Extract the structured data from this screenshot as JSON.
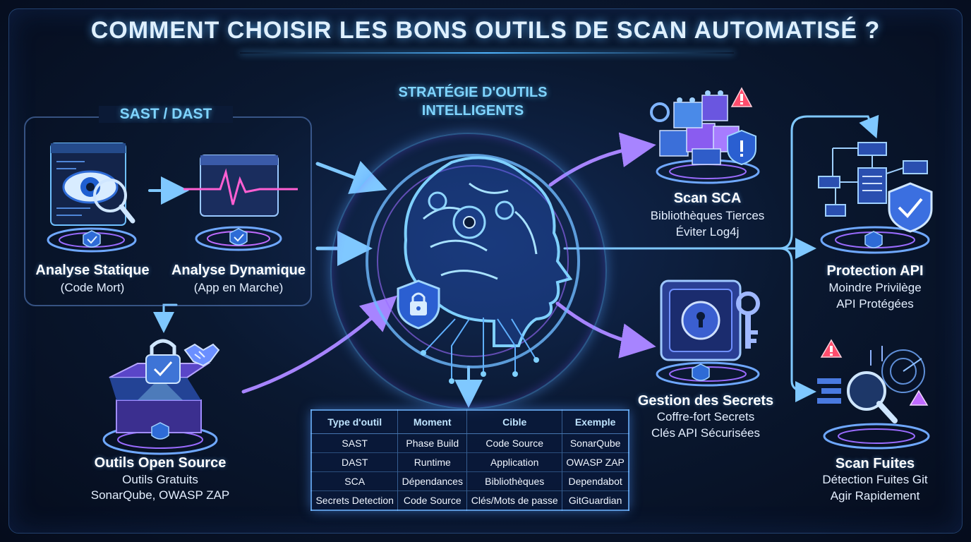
{
  "title": "COMMENT CHOISIR LES BONS OUTILS DE SCAN AUTOMATISÉ ?",
  "center": {
    "title_line1": "STRATÉGIE D'OUTILS",
    "title_line2": "INTELLIGENTS"
  },
  "sast_dast": {
    "label": "SAST / DAST",
    "static": {
      "title": "Analyse Statique",
      "sub": "(Code Mort)"
    },
    "dynamic": {
      "title": "Analyse Dynamique",
      "sub": "(App en Marche)"
    }
  },
  "open_source": {
    "title": "Outils Open Source",
    "line1": "Outils Gratuits",
    "line2": "SonarQube, OWASP ZAP"
  },
  "sca": {
    "title": "Scan SCA",
    "line1": "Bibliothèques Tierces",
    "line2": "Éviter Log4j"
  },
  "secrets": {
    "title": "Gestion des Secrets",
    "line1": "Coffre-fort Secrets",
    "line2": "Clés API Sécurisées"
  },
  "api": {
    "title": "Protection API",
    "line1": "Moindre Privilège",
    "line2": "API Protégées"
  },
  "leaks": {
    "title": "Scan Fuites",
    "line1": "Détection Fuites Git",
    "line2": "Agir Rapidement"
  },
  "table": {
    "headers": [
      "Type d'outil",
      "Moment",
      "Cible",
      "Exemple"
    ],
    "rows": [
      [
        "SAST",
        "Phase Build",
        "Code Source",
        "SonarQube"
      ],
      [
        "DAST",
        "Runtime",
        "Application",
        "OWASP ZAP"
      ],
      [
        "SCA",
        "Dépendances",
        "Bibliothèques",
        "Dependabot"
      ],
      [
        "Secrets Detection",
        "Code Source",
        "Clés/Mots de passe",
        "GitGuardian"
      ]
    ]
  },
  "colors": {
    "accent_blue": "#4fb4ff",
    "accent_purple": "#9a6bff",
    "warning_red": "#ff4d6d",
    "background": "#0a1830"
  },
  "icons": [
    "eye-magnifier-icon",
    "heartbeat-monitor-icon",
    "shield-check-icon",
    "padlock-box-icon",
    "handshake-icon",
    "brain-gears-icon",
    "shield-lock-icon",
    "lego-blocks-icon",
    "warning-icon",
    "vault-icon",
    "key-icon",
    "flowchart-shield-icon",
    "radar-magnifier-icon"
  ]
}
